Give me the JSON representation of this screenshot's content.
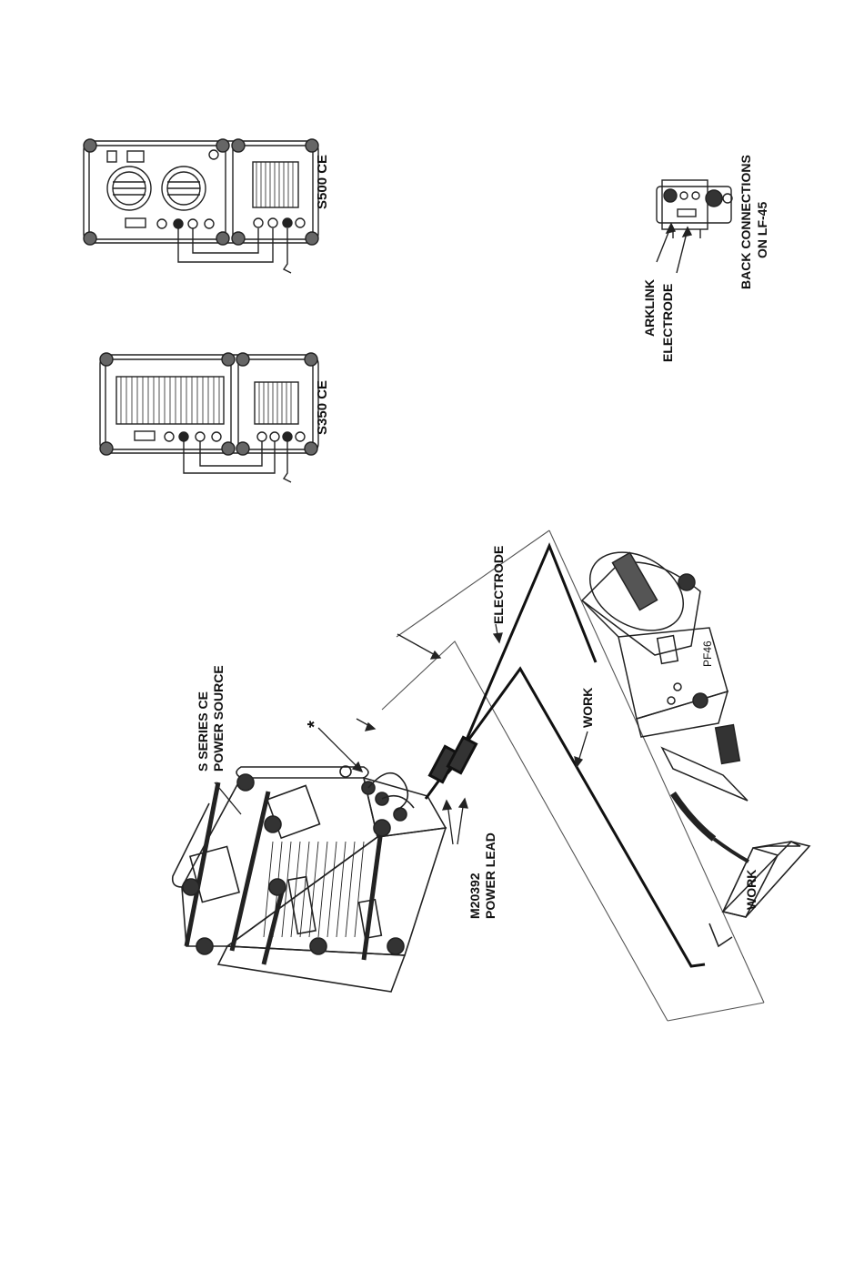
{
  "labels": {
    "s500": "S500 CE",
    "s350": "S350 CE",
    "arklink": "ARKLINK",
    "electrode_small": "ELECTRODE",
    "back_connections_1": "BACK CONNECTIONS",
    "back_connections_2": "ON LF-45",
    "power_source_1": "S SERIES CE",
    "power_source_2": "POWER SOURCE",
    "asterisk": "*",
    "electrode_main": "ELECTRODE",
    "work_cable": "WORK",
    "power_lead_1": "M20392",
    "power_lead_2": "POWER LEAD",
    "work_piece": "WORK",
    "pf46": "PF46"
  },
  "colors": {
    "line": "#222222",
    "fill_dark": "#333333",
    "fill_grey": "#bbbbbb",
    "background": "#ffffff"
  }
}
